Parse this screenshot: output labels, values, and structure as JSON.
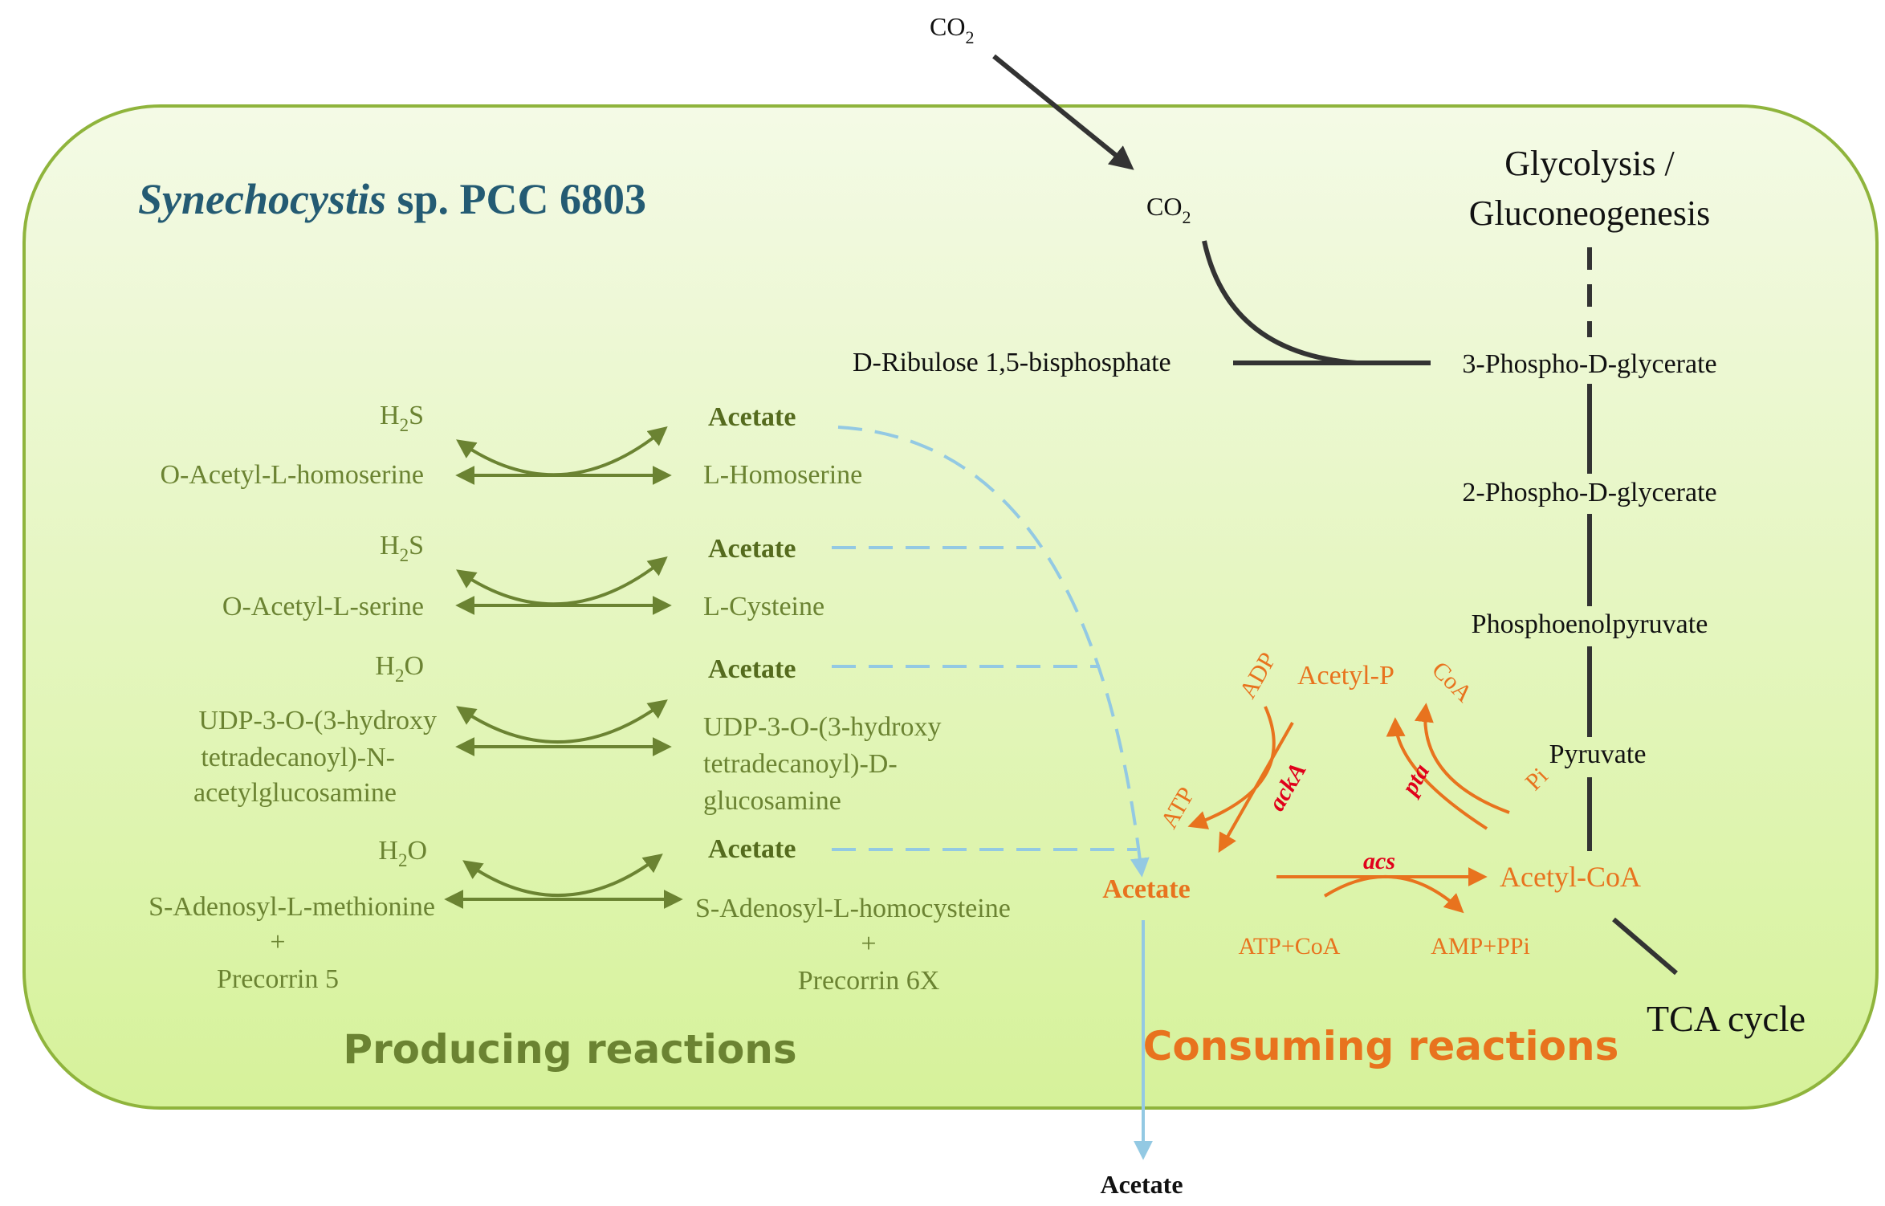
{
  "organism": {
    "genus": "Synechocystis",
    "rest": " sp. PCC 6803"
  },
  "co2": {
    "outside": "CO",
    "inside": "CO",
    "sub": "2"
  },
  "pathway": {
    "title_line1": "Glycolysis /",
    "title_line2": "Gluconeogenesis",
    "ribulose": "D-Ribulose 1,5-bisphosphate",
    "pga3": "3-Phospho-D-glycerate",
    "pga2": "2-Phospho-D-glycerate",
    "pep": "Phosphoenolpyruvate",
    "pyruvate": "Pyruvate",
    "acetyl_coa": "Acetyl-CoA",
    "tca": "TCA cycle"
  },
  "producing": {
    "heading": "Producing reactions",
    "reactions": [
      {
        "cosubstrate": "H",
        "cosub_sub": "2",
        "cosub_tail": "S",
        "substrate": [
          "O-Acetyl-L-homoserine"
        ],
        "product_acetate": "Acetate",
        "product": [
          "L-Homoserine"
        ]
      },
      {
        "cosubstrate": "H",
        "cosub_sub": "2",
        "cosub_tail": "S",
        "substrate": [
          "O-Acetyl-L-serine"
        ],
        "product_acetate": "Acetate",
        "product": [
          "L-Cysteine"
        ]
      },
      {
        "cosubstrate": "H",
        "cosub_sub": "2",
        "cosub_tail": "O",
        "substrate": [
          "UDP-3-O-(3-hydroxy",
          "tetradecanoyl)-N-",
          "acetylglucosamine"
        ],
        "product_acetate": "Acetate",
        "product": [
          "UDP-3-O-(3-hydroxy",
          "tetradecanoyl)-D-",
          "glucosamine"
        ]
      },
      {
        "cosubstrate": "H",
        "cosub_sub": "2",
        "cosub_tail": "O",
        "substrate": [
          "S-Adenosyl-L-methionine",
          "+",
          "Precorrin 5"
        ],
        "product_acetate": "Acetate",
        "product": [
          "S-Adenosyl-L-homocysteine",
          "+",
          "Precorrin 6X"
        ]
      }
    ]
  },
  "consuming": {
    "heading": "Consuming reactions",
    "acetate": "Acetate",
    "acetyl_p": "Acetyl-P",
    "adp": "ADP",
    "atp": "ATP",
    "coa": "CoA",
    "pi": "Pi",
    "acka": "ackA",
    "pta": "pta",
    "acs": "acs",
    "atp_coa": "ATP+CoA",
    "amp_ppi": "AMP+PPi"
  },
  "export_acetate": "Acetate",
  "colors": {
    "cell_fill_top": "#f4fae6",
    "cell_fill_bottom": "#d9f2a0",
    "cell_stroke": "#8fb43c",
    "producing": "#6b8332",
    "consuming": "#e8731e",
    "enzyme": "#e0001b",
    "transport": "#93c9e3",
    "title": "#245b73"
  }
}
